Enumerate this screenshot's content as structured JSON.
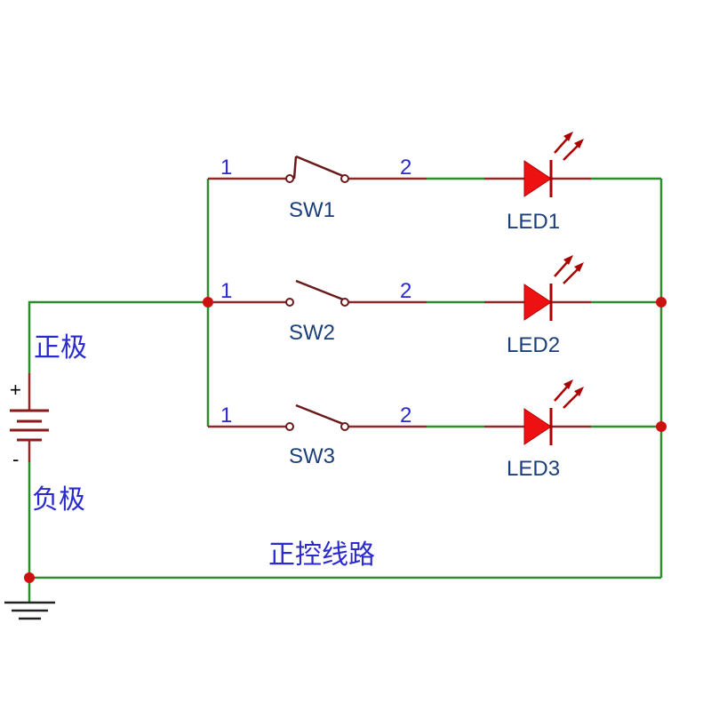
{
  "colors": {
    "wire_green": "#2e8b2e",
    "wire_red": "#8b2a2a",
    "junction_red": "#cc1111",
    "led_red": "#ee1111",
    "text_blue": "#2a2ad0",
    "ref_navy": "#1a3f7a"
  },
  "battery": {
    "positive_sign": "+",
    "negative_sign": "-",
    "positive_label": "正极",
    "negative_label": "负极"
  },
  "branches": [
    {
      "switch_ref": "SW1",
      "pin1": "1",
      "pin2": "2",
      "led_ref": "LED1"
    },
    {
      "switch_ref": "SW2",
      "pin1": "1",
      "pin2": "2",
      "led_ref": "LED2"
    },
    {
      "switch_ref": "SW3",
      "pin1": "1",
      "pin2": "2",
      "led_ref": "LED3"
    }
  ],
  "circuit_label": "正控线路",
  "icons": [
    "battery-icon",
    "switch-icon",
    "led-icon",
    "ground-icon"
  ]
}
